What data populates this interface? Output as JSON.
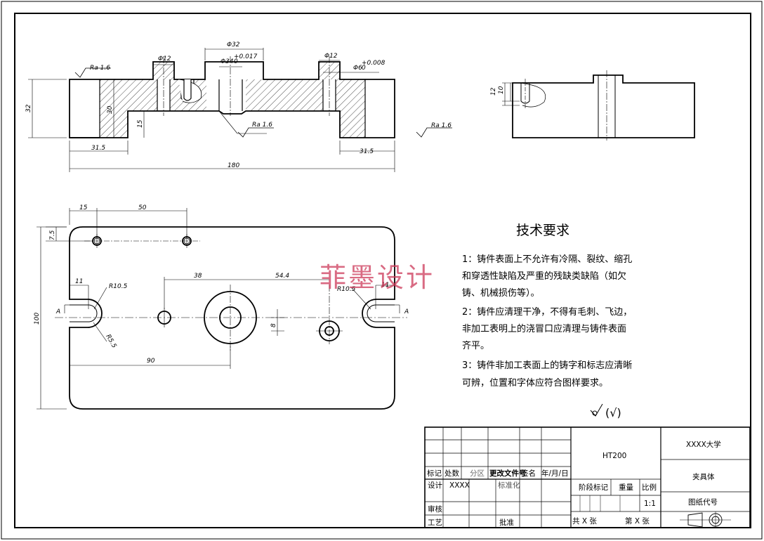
{
  "watermark": "菲墨设计",
  "front_view": {
    "ra_left": "Ra 1.6",
    "ra_mid": "Ra 1.6",
    "ra_right": "Ra 1.6",
    "d12_left": "Φ12",
    "d32": "Φ32",
    "d34": "Φ34",
    "d34_tol": "+0.017",
    "d34_tol2": "0",
    "d12_right": "Φ12",
    "d6": "Φ6",
    "d6_tol": "+0.008",
    "d6_tol2": "0",
    "h32": "32",
    "h30": "30",
    "h15": "15",
    "w31_5_left": "31.5",
    "w31_5_right": "31.5",
    "w180": "180"
  },
  "side_view": {
    "d12": "12",
    "d10": "10"
  },
  "top_view": {
    "w15": "15",
    "w50": "50",
    "h7_5": "7.5",
    "w11_left": "11",
    "r10_5_left": "R10.5",
    "w38": "38",
    "w54_4": "54.4",
    "r10_5_right": "R10.5",
    "w11_right": "11",
    "h100": "100",
    "h8": "8",
    "w90": "90",
    "r5_5": "R5.5",
    "section_a": "A"
  },
  "tech": {
    "title": "技术要求",
    "l1": "1：铸件表面上不允许有冷隔、裂纹、缩孔",
    "l2": "和穿透性缺陷及严重的残缺类缺陷（如欠",
    "l3": "铸、机械损伤等）。",
    "l4": "2：铸件应清理干净，不得有毛刺、飞边，",
    "l5": "非加工表明上的浇冒口应清理与铸件表面",
    "l6": "齐平。",
    "l7": "3：铸件非加工表面上的铸字和标志应清晰",
    "l8": "可辨，位置和字体应符合图样要求。"
  },
  "roughness_symbol": "(√)",
  "title_block": {
    "mark": "标记",
    "count": "处数",
    "zone": "分区",
    "doc_no": "更改文件号",
    "sign": "签名",
    "date": "年/月/日",
    "design": "设计",
    "designer": "XXXX",
    "standardize": "标准化",
    "review": "审核",
    "process": "工艺",
    "approve": "批准",
    "material": "HT200",
    "stage": "阶段标记",
    "weight": "重量",
    "ratio_label": "比例",
    "ratio": "1:1",
    "total": "共 X 张",
    "sheet": "第 X 张",
    "school": "XXXX大学",
    "part_name": "夹具体",
    "drawing_no": "图纸代号"
  }
}
